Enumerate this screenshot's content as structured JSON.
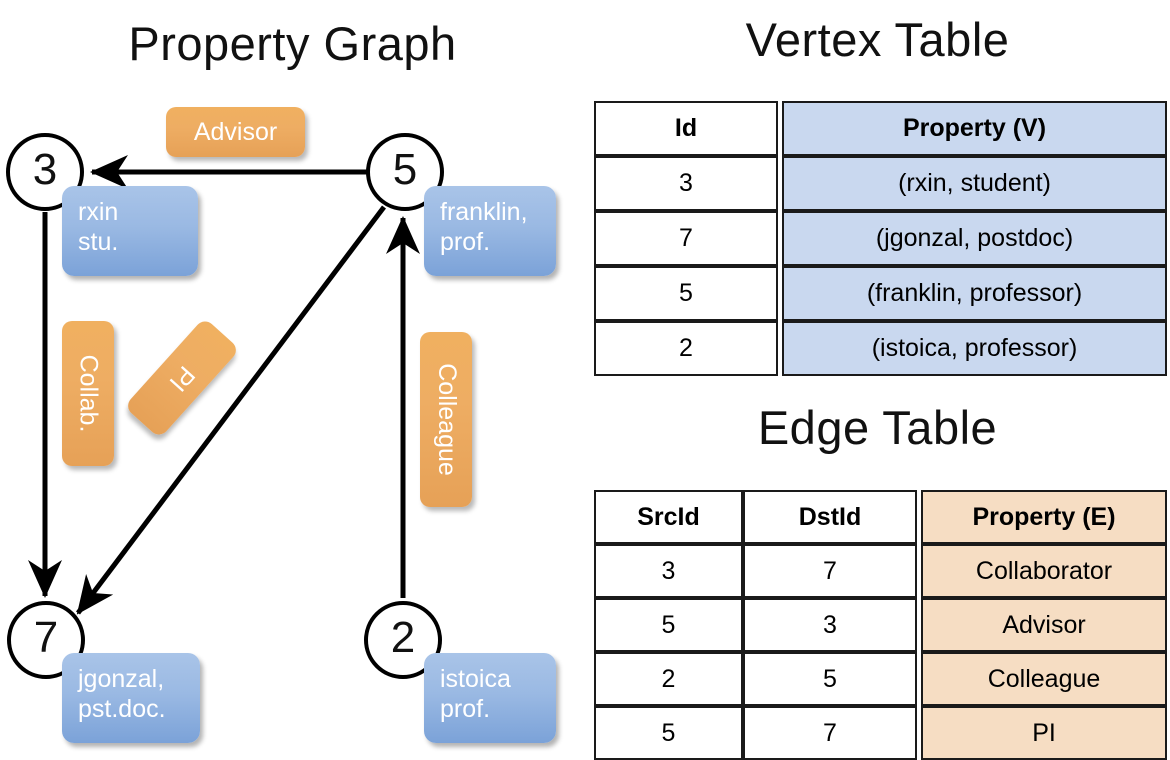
{
  "titles": {
    "property_graph": "Property Graph",
    "vertex_table": "Vertex Table",
    "edge_table": "Edge Table"
  },
  "graph": {
    "nodes": [
      {
        "id": "3",
        "label": "3",
        "property_line1": "rxin",
        "property_line2": "stu."
      },
      {
        "id": "5",
        "label": "5",
        "property_line1": "franklin,",
        "property_line2": "prof."
      },
      {
        "id": "7",
        "label": "7",
        "property_line1": "jgonzal,",
        "property_line2": "pst.doc."
      },
      {
        "id": "2",
        "label": "2",
        "property_line1": "istoica",
        "property_line2": "prof."
      }
    ],
    "edge_labels": [
      {
        "name": "advisor",
        "text": "Advisor"
      },
      {
        "name": "collab",
        "text": "Collab."
      },
      {
        "name": "pi",
        "text": "PI"
      },
      {
        "name": "colleague",
        "text": "Colleague"
      }
    ]
  },
  "vertex_table": {
    "headers": [
      "Id",
      "Property (V)"
    ],
    "rows": [
      {
        "id": "3",
        "property": "(rxin, student)"
      },
      {
        "id": "7",
        "property": "(jgonzal, postdoc)"
      },
      {
        "id": "5",
        "property": "(franklin, professor)"
      },
      {
        "id": "2",
        "property": "(istoica, professor)"
      }
    ]
  },
  "edge_table": {
    "headers": [
      "SrcId",
      "DstId",
      "Property (E)"
    ],
    "rows": [
      {
        "src": "3",
        "dst": "7",
        "property": "Collaborator"
      },
      {
        "src": "5",
        "dst": "3",
        "property": "Advisor"
      },
      {
        "src": "2",
        "dst": "5",
        "property": "Colleague"
      },
      {
        "src": "5",
        "dst": "7",
        "property": "PI"
      }
    ]
  },
  "colors": {
    "vertex_property_fill": "#c9d8ef",
    "edge_property_fill": "#f6ddc3",
    "node_box_blue": "#9ab9e3",
    "edge_label_orange": "#eead63",
    "stroke": "#000000"
  }
}
